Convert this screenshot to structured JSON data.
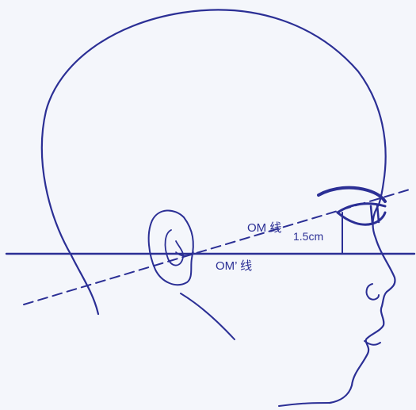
{
  "labels": {
    "om_line": "OM 线",
    "om_prime_line": "OM’ 线",
    "distance": "1.5cm"
  },
  "colors": {
    "ink": "#2b2f95",
    "paper": "#f4f6fb"
  }
}
